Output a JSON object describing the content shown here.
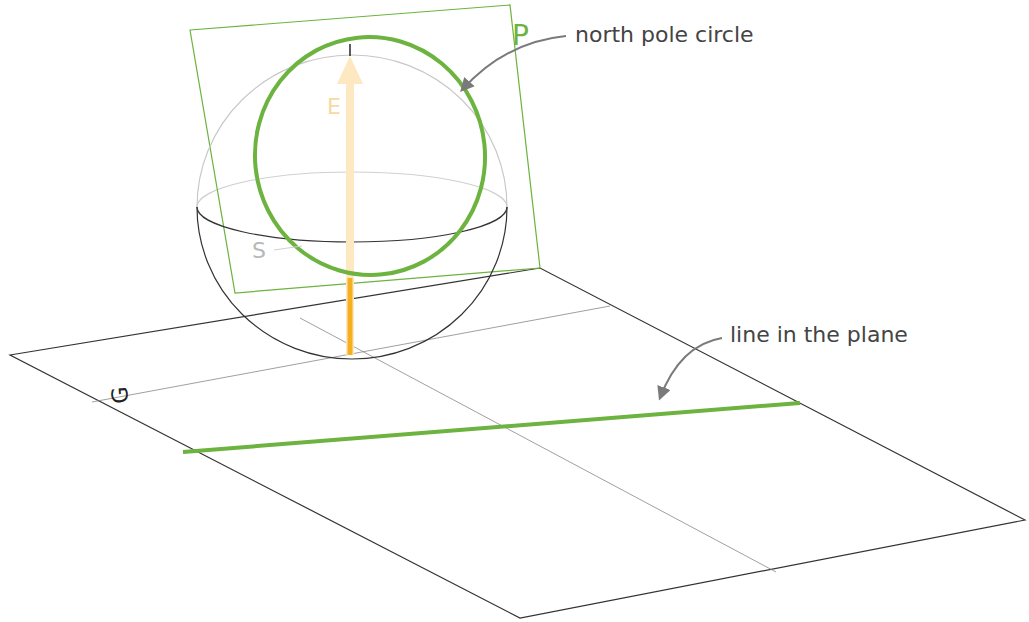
{
  "diagram": {
    "labels": [
      "P",
      "north pole circle",
      "E",
      "S",
      "line in the plane",
      "G"
    ]
  }
}
